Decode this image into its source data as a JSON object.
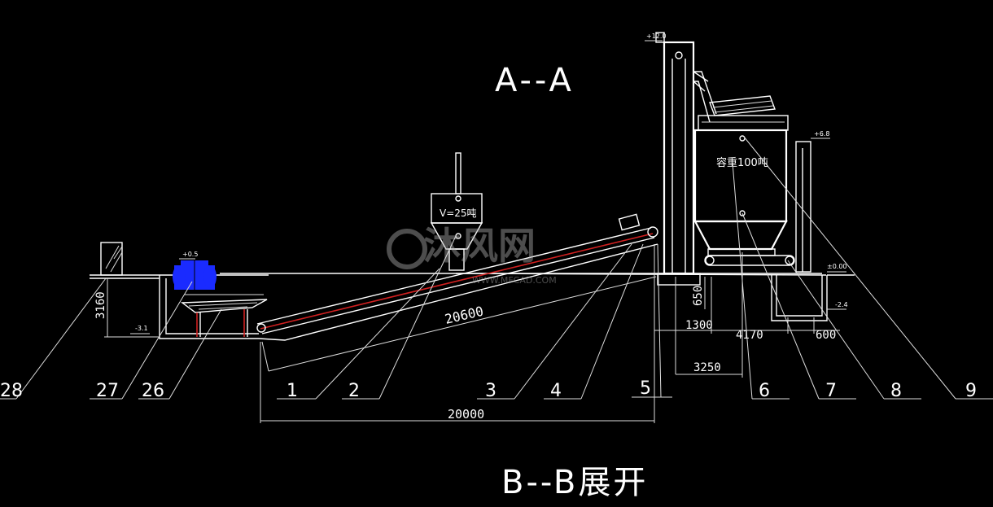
{
  "titles": {
    "section_aa": "A--A",
    "section_bb": "B--B展开"
  },
  "callouts": [
    "28",
    "27",
    "26",
    "1",
    "2",
    "3",
    "4",
    "5",
    "6",
    "7",
    "8",
    "9"
  ],
  "dimensions": {
    "d20600": "20600",
    "d20000": "20000",
    "d3160": "3160",
    "d650": "650",
    "d1300": "1300",
    "d4170": "4170",
    "d600": "600",
    "d3250": "3250"
  },
  "elevations": {
    "e12": "+12.0",
    "e68": "+6.8",
    "e000": "±0.00",
    "e24": "-2.4",
    "e31": "-3.1",
    "e05": "+0.5"
  },
  "labels": {
    "silo_capacity": "容重100吨",
    "hopper_volume": "V=25吨",
    "watermark_brand": "沐风网",
    "watermark_url": "WWW.MFCAD.COM"
  },
  "colors": {
    "lines": "#ffffff",
    "belt": "#d02020",
    "motor": "#1a2bff",
    "background": "#000000"
  }
}
